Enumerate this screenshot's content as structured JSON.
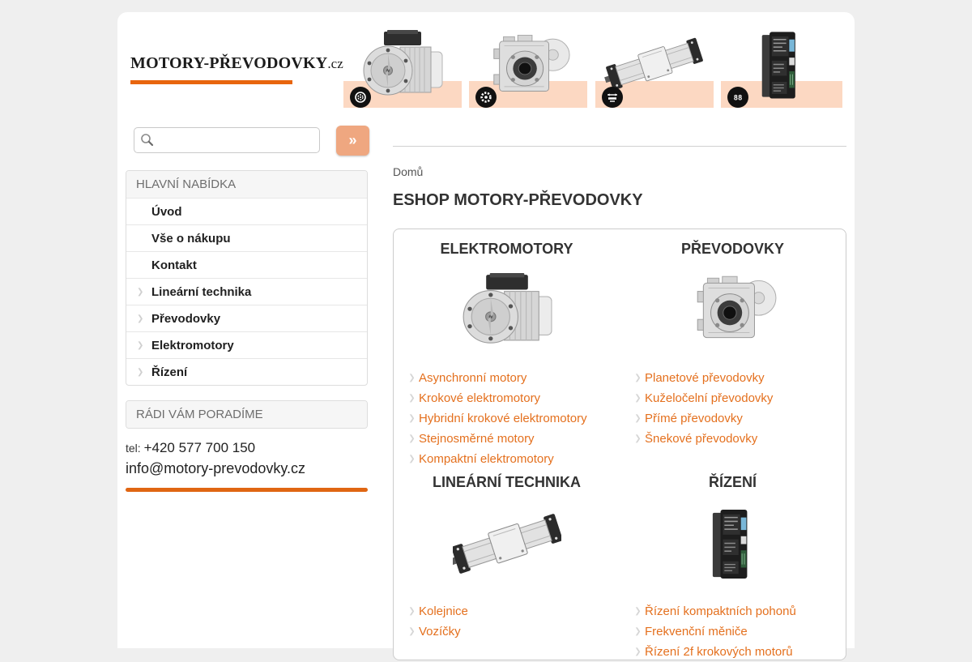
{
  "header": {
    "logo": {
      "main": "MOTORY-PŘEVODOVKY",
      "tld": ".cz"
    },
    "product_tiles": [
      {
        "icon": "motor-icon"
      },
      {
        "icon": "gear-icon"
      },
      {
        "icon": "linear-slide-icon"
      },
      {
        "icon": "display-88-icon"
      }
    ]
  },
  "search": {
    "placeholder": "",
    "value": "",
    "button_label": "»"
  },
  "sidebar": {
    "menu": {
      "title": "HLAVNÍ NABÍDKA",
      "items": [
        {
          "label": "Úvod",
          "has_arrow": false
        },
        {
          "label": "Vše o nákupu",
          "has_arrow": false
        },
        {
          "label": "Kontakt",
          "has_arrow": false
        },
        {
          "label": "Lineární technika",
          "has_arrow": true
        },
        {
          "label": "Převodovky",
          "has_arrow": true
        },
        {
          "label": "Elektromotory",
          "has_arrow": true
        },
        {
          "label": "Řízení",
          "has_arrow": true
        }
      ]
    },
    "contact": {
      "title": "RÁDI VÁM PORADÍME",
      "tel_label": "tel: ",
      "tel_number": "+420 577 700 150",
      "email": "info@motory-prevodovky.cz"
    }
  },
  "main": {
    "breadcrumb": "Domů",
    "title": "ESHOP MOTORY-PŘEVODOVKY",
    "categories": [
      {
        "title": "ELEKTROMOTORY",
        "links": [
          "Asynchronní motory",
          "Krokové elektromotory",
          "Hybridní krokové elektromotory",
          "Stejnosměrné motory",
          "Kompaktní elektromotory"
        ]
      },
      {
        "title": "PŘEVODOVKY",
        "links": [
          "Planetové převodovky",
          "Kuželočelní převodovky",
          "Přímé převodovky",
          "Šnekové převodovky"
        ]
      },
      {
        "title": "LINEÁRNÍ TECHNIKA",
        "links": [
          "Kolejnice",
          "Vozíčky"
        ]
      },
      {
        "title": "ŘÍZENÍ",
        "links": [
          "Řízení kompaktních pohonů",
          "Frekvenční měniče",
          "Řízení 2f krokových motorů"
        ]
      }
    ]
  },
  "icons": {
    "chevron_glyph": "❯"
  },
  "colors": {
    "accent_orange": "#e8650e",
    "link_orange": "#e4701e",
    "button_salmon": "#efa780",
    "band_peach": "#fcd8c2",
    "page_bg": "#efefef"
  }
}
